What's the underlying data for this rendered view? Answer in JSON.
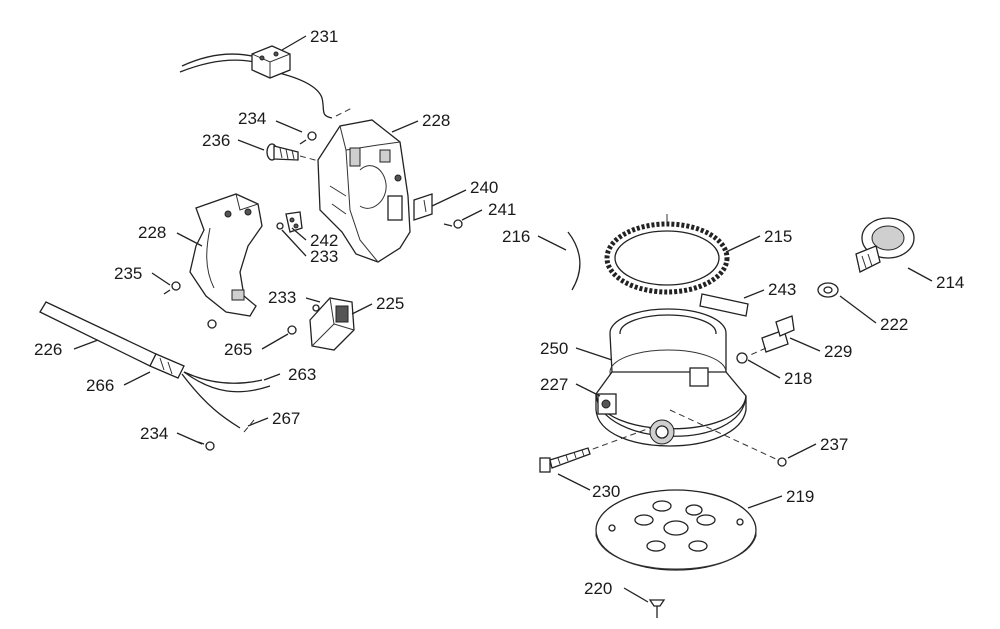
{
  "callouts": [
    {
      "id": "231",
      "text": "231"
    },
    {
      "id": "234a",
      "text": "234"
    },
    {
      "id": "228a",
      "text": "228"
    },
    {
      "id": "236",
      "text": "236"
    },
    {
      "id": "240",
      "text": "240"
    },
    {
      "id": "241",
      "text": "241"
    },
    {
      "id": "228b",
      "text": "228"
    },
    {
      "id": "242",
      "text": "242"
    },
    {
      "id": "233a",
      "text": "233"
    },
    {
      "id": "235",
      "text": "235"
    },
    {
      "id": "233b",
      "text": "233"
    },
    {
      "id": "225",
      "text": "225"
    },
    {
      "id": "226",
      "text": "226"
    },
    {
      "id": "265",
      "text": "265"
    },
    {
      "id": "266",
      "text": "266"
    },
    {
      "id": "263",
      "text": "263"
    },
    {
      "id": "234b",
      "text": "234"
    },
    {
      "id": "267",
      "text": "267"
    },
    {
      "id": "216",
      "text": "216"
    },
    {
      "id": "215",
      "text": "215"
    },
    {
      "id": "214",
      "text": "214"
    },
    {
      "id": "243",
      "text": "243"
    },
    {
      "id": "222",
      "text": "222"
    },
    {
      "id": "250",
      "text": "250"
    },
    {
      "id": "229",
      "text": "229"
    },
    {
      "id": "227",
      "text": "227"
    },
    {
      "id": "218",
      "text": "218"
    },
    {
      "id": "237",
      "text": "237"
    },
    {
      "id": "230",
      "text": "230"
    },
    {
      "id": "219",
      "text": "219"
    },
    {
      "id": "220",
      "text": "220"
    }
  ]
}
